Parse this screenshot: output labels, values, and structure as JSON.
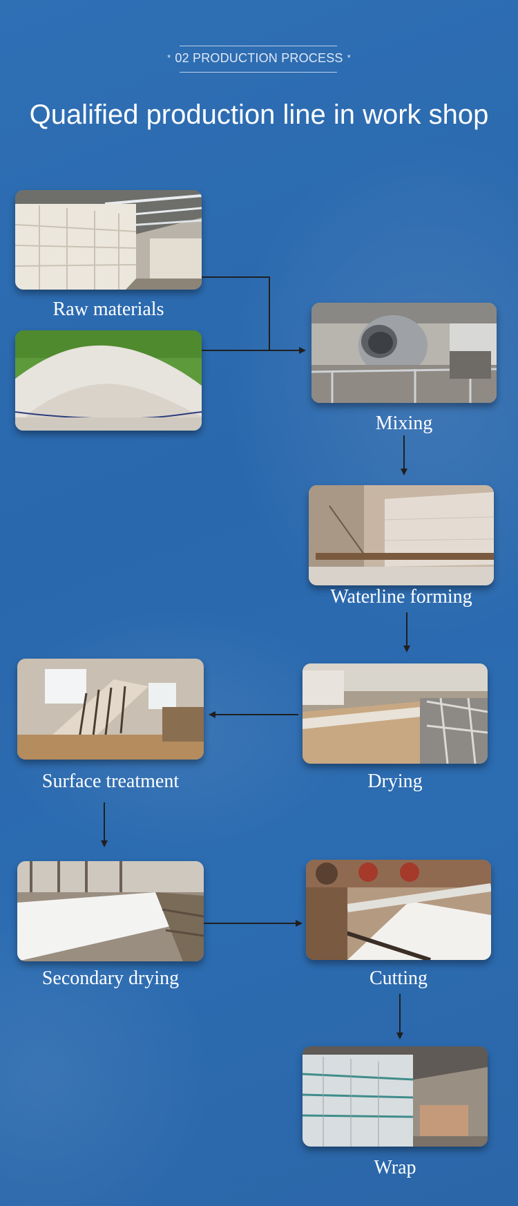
{
  "header": {
    "section_badge": "02 PRODUCTION PROCESS",
    "badge_star": "*",
    "title": "Qualified production line in work shop"
  },
  "steps": [
    {
      "label": "Raw materials",
      "photos": [
        "warehouse stacked bags",
        "white powder pile"
      ]
    },
    {
      "label": "Mixing",
      "photos": [
        "steel mixing drum"
      ]
    },
    {
      "label": "Waterline forming",
      "photos": [
        "forming machine line"
      ]
    },
    {
      "label": "Drying",
      "photos": [
        "drying conveyor"
      ]
    },
    {
      "label": "Surface treatment",
      "photos": [
        "boards standing in workshop"
      ]
    },
    {
      "label": "Secondary drying",
      "photos": [
        "drying oven with white boards"
      ]
    },
    {
      "label": "Cutting",
      "photos": [
        "cutting roller line"
      ]
    },
    {
      "label": "Wrap",
      "photos": [
        "wrapped pallets in warehouse"
      ]
    }
  ],
  "colors": {
    "background": "#2c6bb0",
    "arrow": "#1f1f1f",
    "text": "#ffffff"
  }
}
